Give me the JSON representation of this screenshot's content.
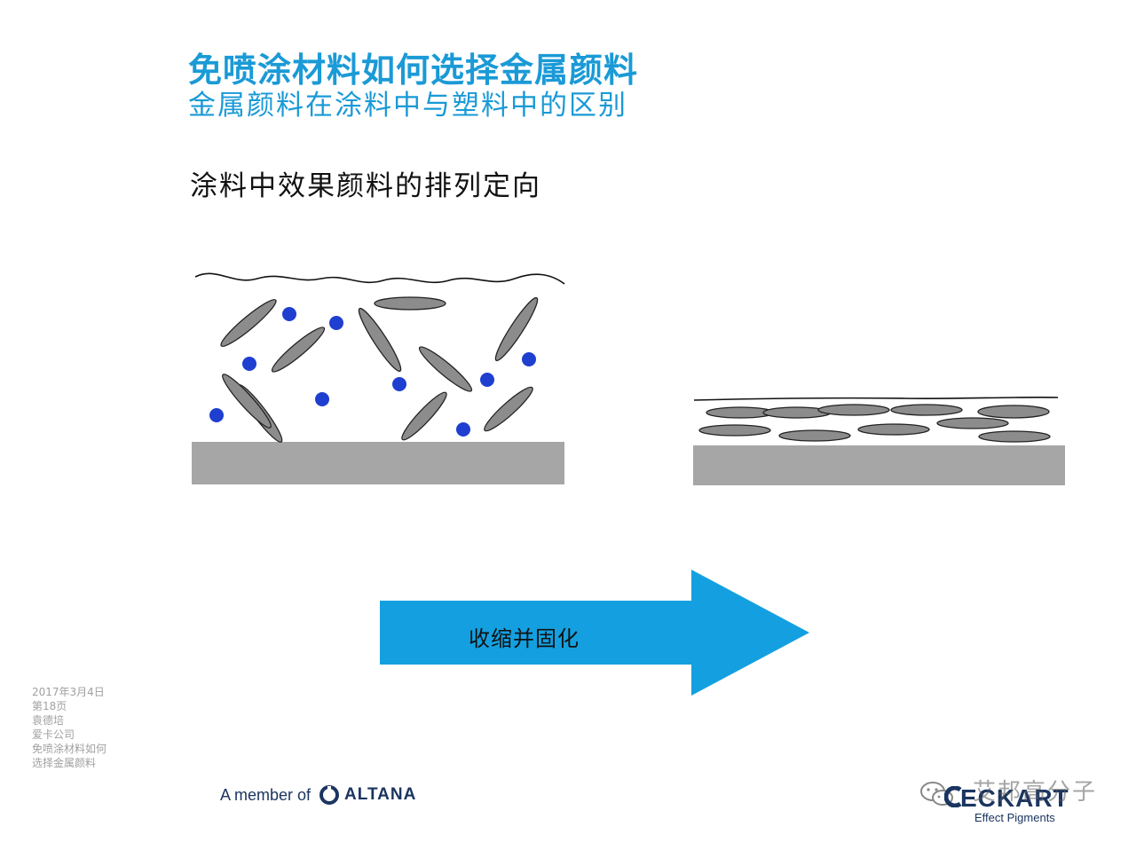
{
  "slide": {
    "title": "免喷涂材料如何选择金属颜料",
    "subtitle": "金属颜料在涂料中与塑料中的区别",
    "heading": "涂料中效果颜料的排列定向",
    "arrow_label": "收缩并固化"
  },
  "footnote": {
    "date": "2017年3月4日",
    "page": "第18页",
    "author": "袁德培",
    "company": "爱卡公司",
    "topic_line1": "免喷涂材料如何",
    "topic_line2": "选择金属颜料"
  },
  "footer": {
    "member_text": "A member of",
    "altana": "ALTANA",
    "eckart": "ECKART",
    "eckart_tagline": "Effect Pigments",
    "watermark": "艾邦高分子"
  },
  "colors": {
    "title_blue": "#1a9ad6",
    "arrow_blue": "#14a0e0",
    "substrate_gray": "#a6a6a6",
    "flake_gray": "#8c8c8c",
    "dot_blue": "#1f3fd0",
    "logo_navy": "#1b3560"
  },
  "icons": [
    "altana-logo-icon",
    "wechat-icon",
    "eckart-logo-icon"
  ]
}
